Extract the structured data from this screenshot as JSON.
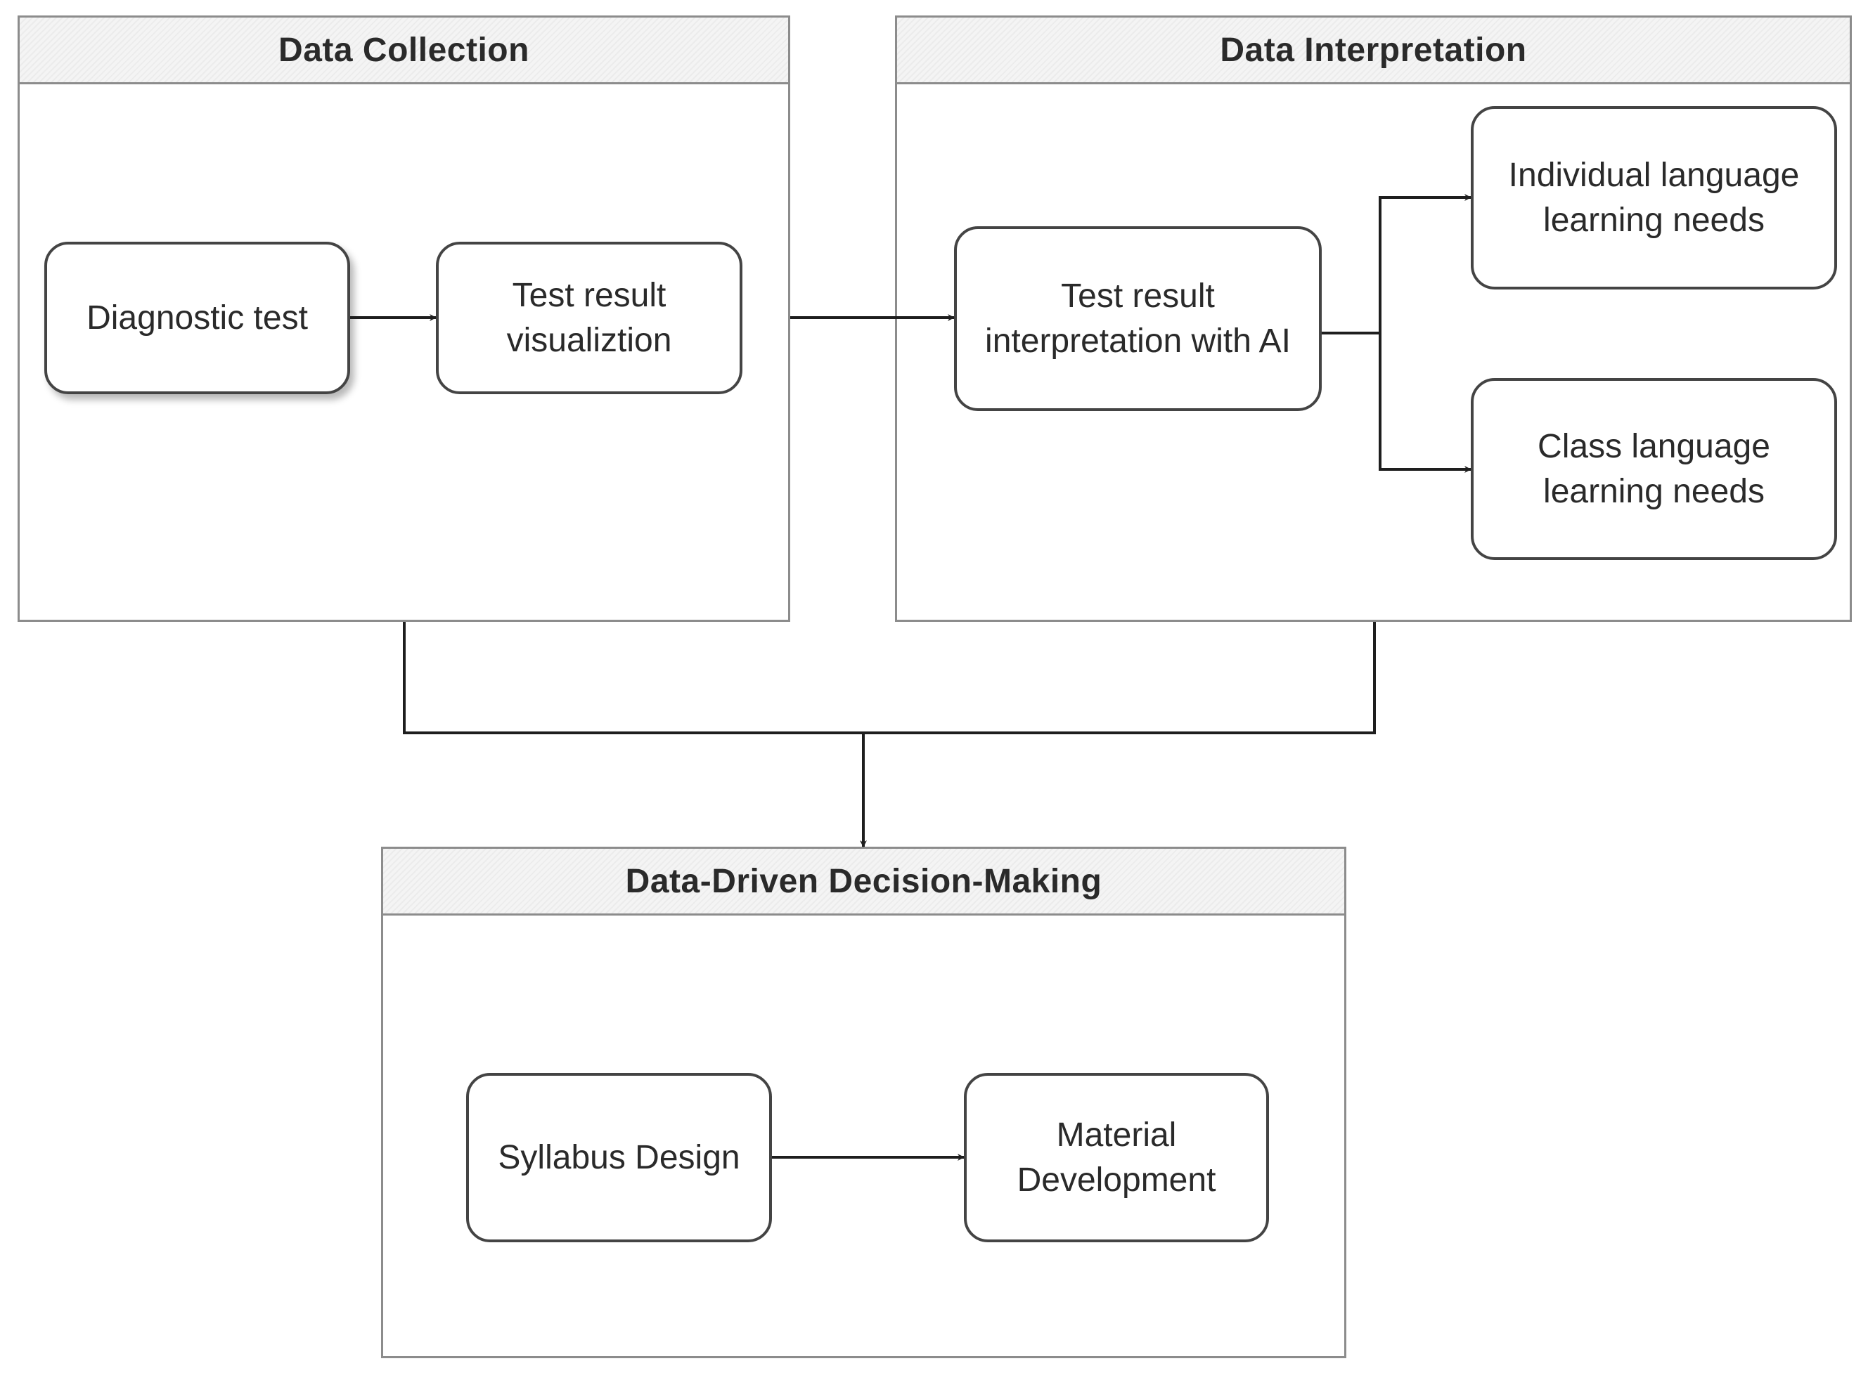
{
  "colors": {
    "container_border": "#8c8c8c",
    "header_fill": "#f4f4f4",
    "node_border": "#444444",
    "connector": "#1e1e1e"
  },
  "groups": {
    "collection": {
      "title": "Data Collection",
      "nodes": {
        "diagnostic": "Diagnostic test",
        "visualization": "Test result\nvisualiztion"
      }
    },
    "interpretation": {
      "title": "Data Interpretation",
      "nodes": {
        "ai": "Test result\ninterpretation with AI",
        "individual": "Individual language\nlearning needs",
        "class": "Class language\nlearning needs"
      }
    },
    "decision": {
      "title": "Data-Driven Decision-Making",
      "nodes": {
        "syllabus": "Syllabus Design",
        "material": "Material\nDevelopment"
      }
    }
  }
}
